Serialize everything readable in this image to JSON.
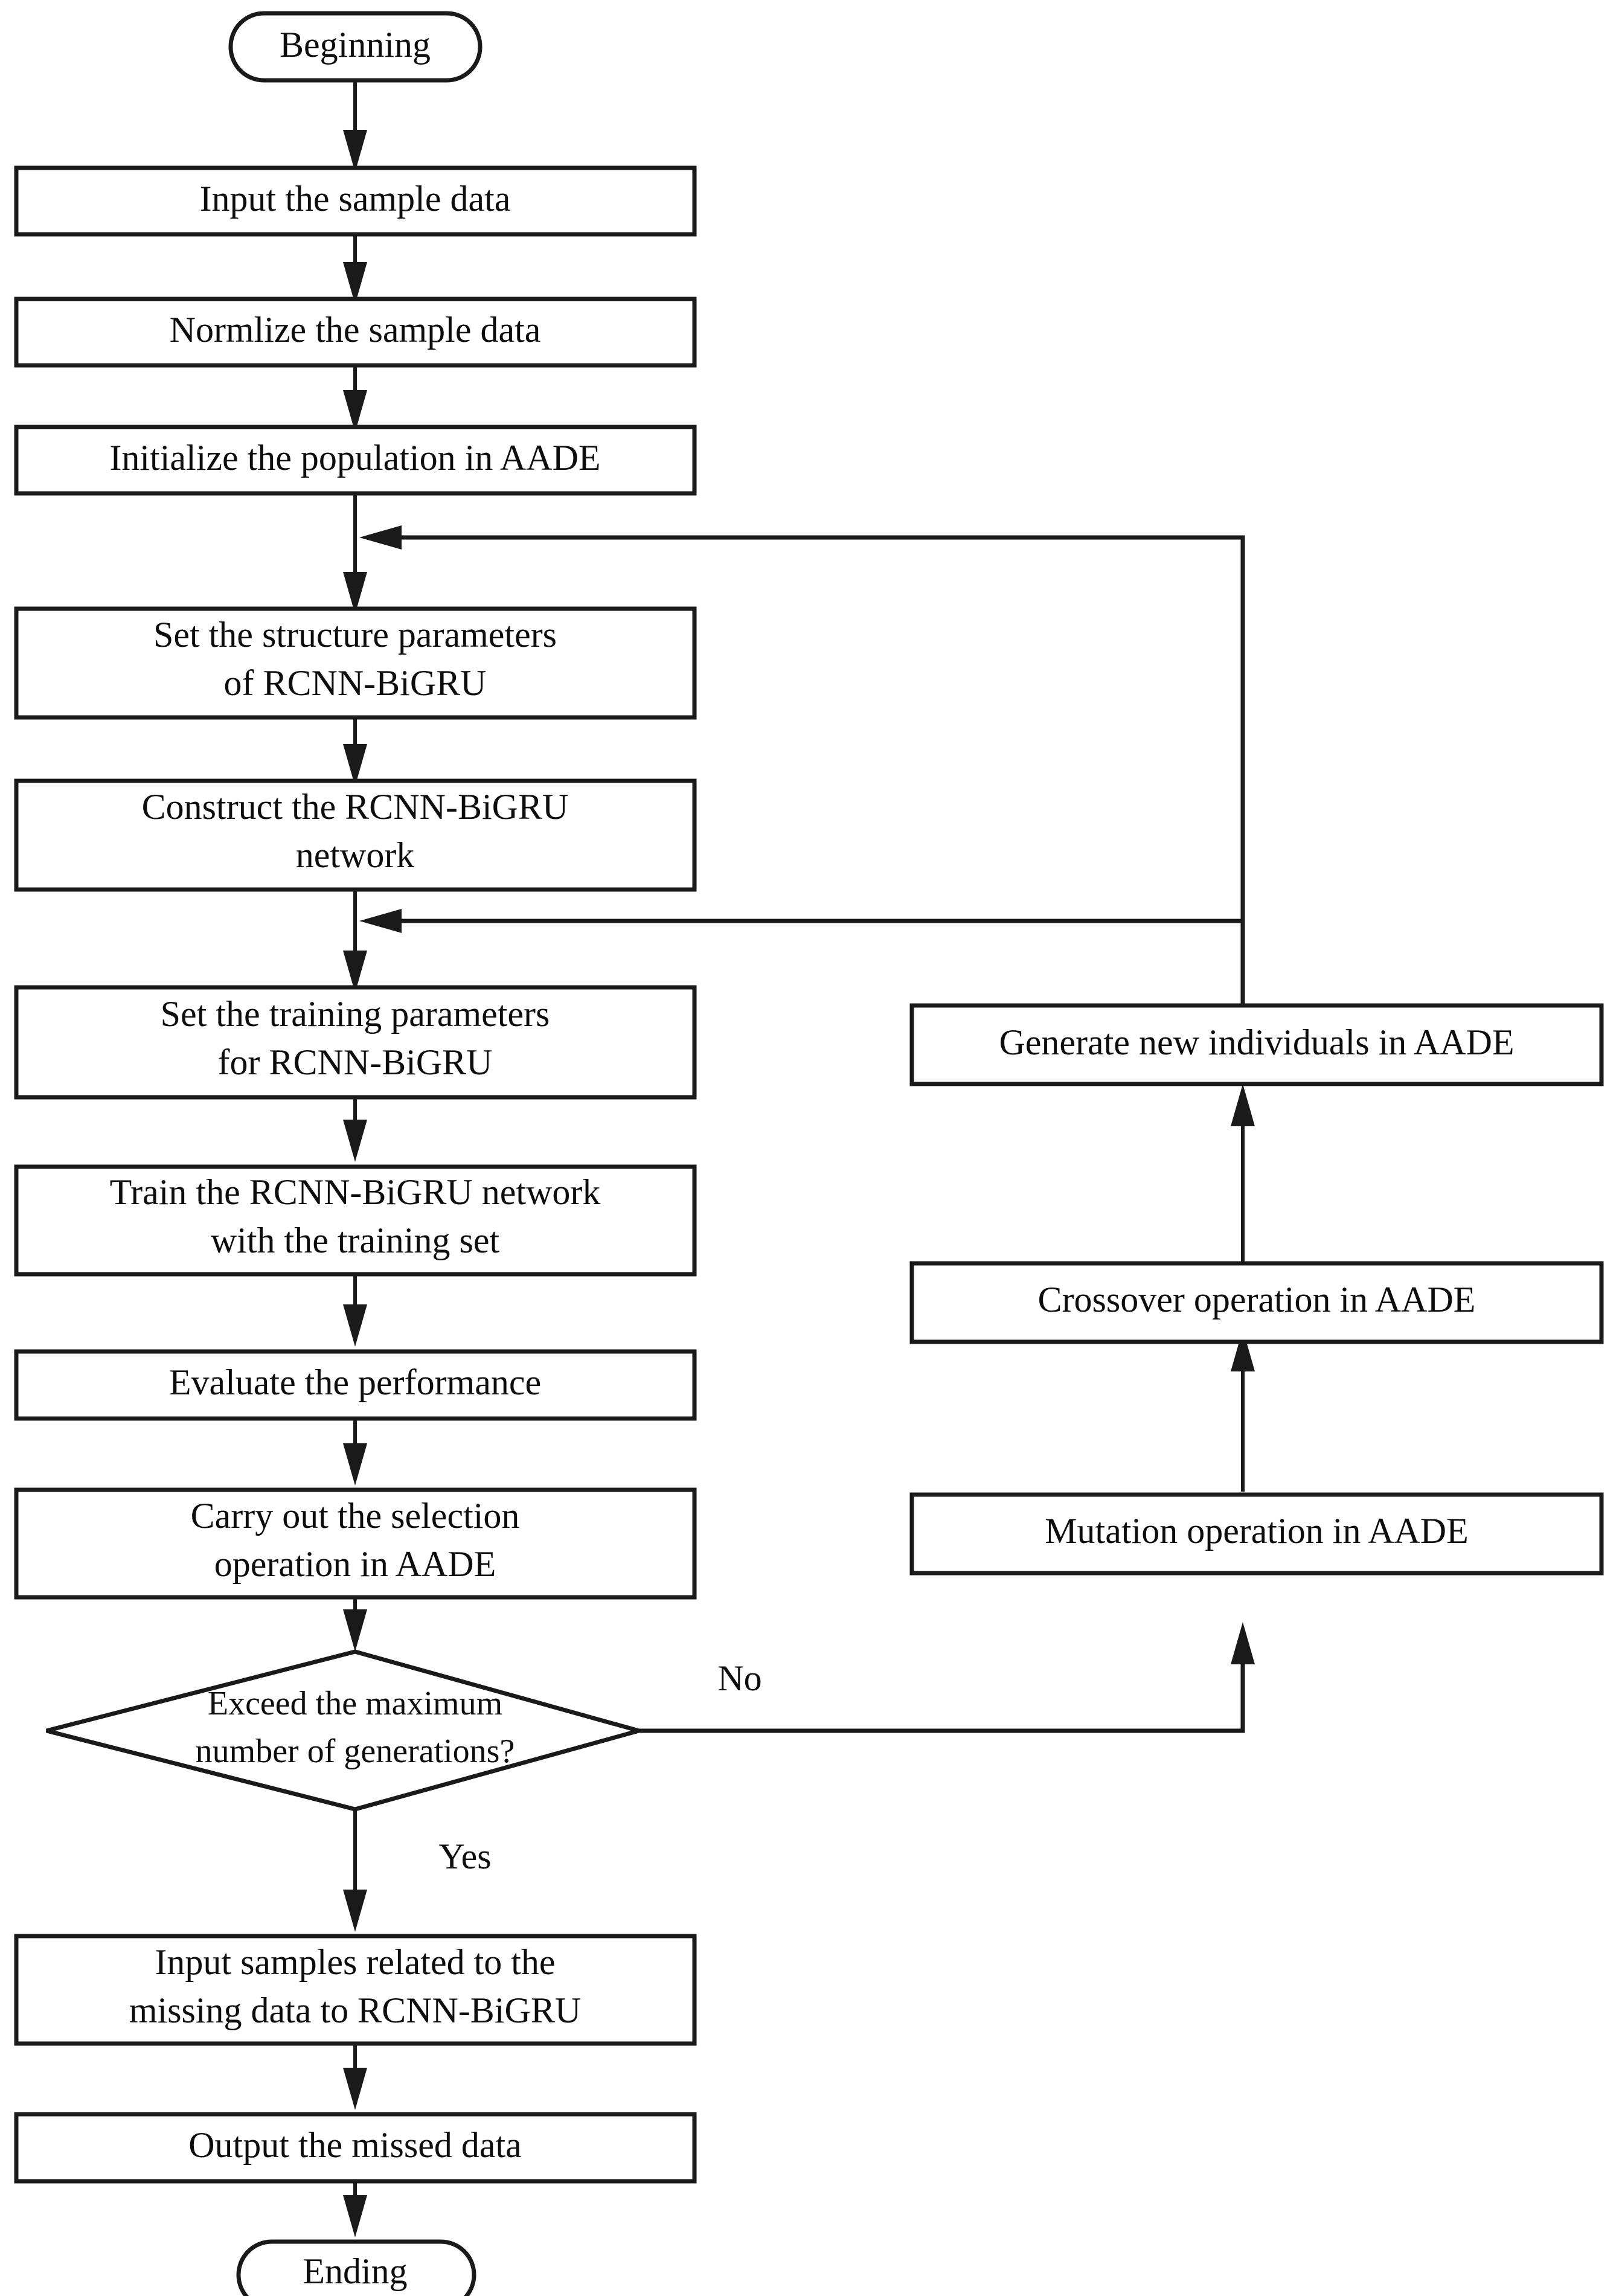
{
  "diagram": {
    "title": "RCNN-BiGRU with AADE optimization flowchart",
    "type": "flowchart",
    "background_color": "#ffffff",
    "line_color": "#1a1a1a",
    "text_color": "#0d0d0d"
  },
  "nodes": {
    "start": {
      "shape": "terminator",
      "label": "Beginning"
    },
    "input_sample": {
      "shape": "process",
      "label": "Input the sample data"
    },
    "normalize": {
      "shape": "process",
      "label": "Normlize the sample data"
    },
    "init_population": {
      "shape": "process",
      "label": "Initialize the population in AADE"
    },
    "set_structure": {
      "shape": "process",
      "line1": "Set the structure parameters",
      "line2": "of RCNN-BiGRU"
    },
    "construct_net": {
      "shape": "process",
      "line1": "Construct the RCNN-BiGRU",
      "line2": "network"
    },
    "set_training": {
      "shape": "process",
      "line1": "Set the training parameters",
      "line2": "for RCNN-BiGRU"
    },
    "train_net": {
      "shape": "process",
      "line1": "Train the RCNN-BiGRU network",
      "line2": "with the training set"
    },
    "evaluate": {
      "shape": "process",
      "label": "Evaluate the performance"
    },
    "selection": {
      "shape": "process",
      "line1": "Carry out the selection",
      "line2": "operation in AADE"
    },
    "decision": {
      "shape": "decision",
      "line1": "Exceed the maximum",
      "line2": "number of generations?"
    },
    "input_missing": {
      "shape": "process",
      "line1": "Input samples related to the",
      "line2": "missing data to RCNN-BiGRU"
    },
    "output_missed": {
      "shape": "process",
      "label": "Output the missed data"
    },
    "end": {
      "shape": "terminator",
      "label": "Ending"
    },
    "generate_new": {
      "shape": "process",
      "label": "Generate new individuals in AADE"
    },
    "crossover": {
      "shape": "process",
      "label": "Crossover operation in AADE"
    },
    "mutation": {
      "shape": "process",
      "label": "Mutation operation in AADE"
    }
  },
  "edge_labels": {
    "no": "No",
    "yes": "Yes"
  }
}
